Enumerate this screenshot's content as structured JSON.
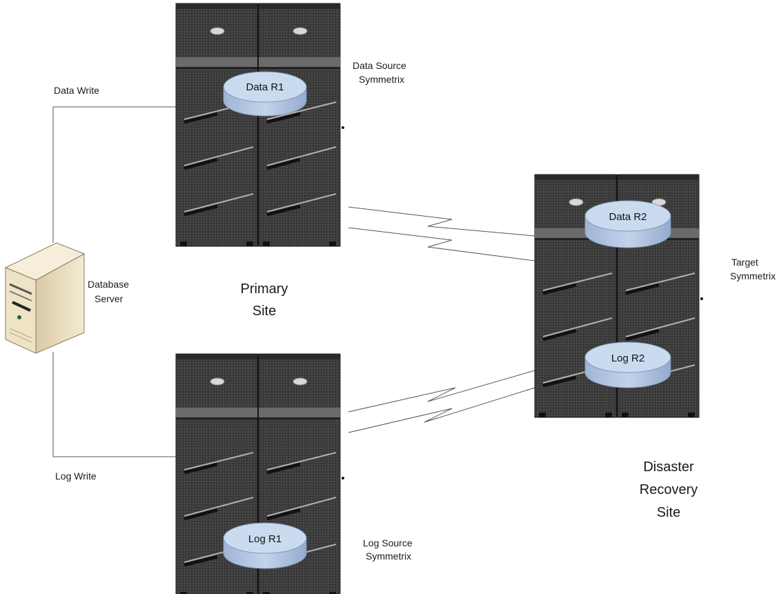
{
  "labels": {
    "data_write": "Data Write",
    "log_write": "Log Write",
    "db_server_line1": "Database",
    "db_server_line2": "Server",
    "primary_line1": "Primary",
    "primary_line2": "Site",
    "data_source_line1": "Data Source",
    "data_source_line2": "Symmetrix",
    "log_source_line1": "Log Source",
    "log_source_line2": "Symmetrix",
    "target_line1": "Target",
    "target_line2": "Symmetrix",
    "dr_line1": "Disaster",
    "dr_line2": "Recovery",
    "dr_line3": "Site"
  },
  "disks": {
    "data_r1": "Data R1",
    "log_r1": "Log R1",
    "data_r2": "Data R2",
    "log_r2": "Log R2"
  },
  "colors": {
    "cabinet": "#3a3a3a",
    "cabinet_dark": "#1e1e1e",
    "disk_top": "#c9d9ee",
    "disk_side": "#9fb8d8",
    "line": "#555555",
    "server_body": "#e9dcc0"
  }
}
